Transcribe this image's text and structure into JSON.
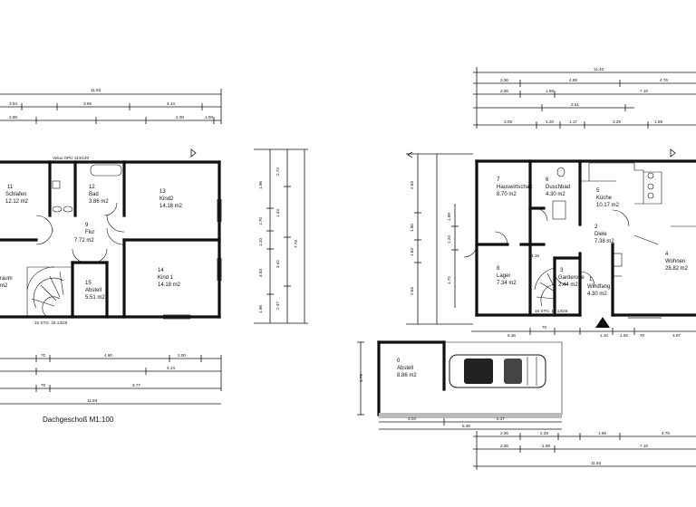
{
  "caption_dachgeschoss": "Dachgeschoß M1:100",
  "dims": {
    "dg_total_top": "11.93",
    "dg_top_row": [
      "3.54",
      "2.88",
      "3.69",
      "4.14",
      "2.00",
      "1.00"
    ],
    "dg_bot_row1": [
      "70",
      "4.90",
      "4.14",
      "2.00"
    ],
    "dg_bot_row2": [
      "70",
      "3.77"
    ],
    "dg_total_bot": "11.93",
    "dg_right_col": [
      "1.96",
      "1.70",
      "1.10",
      "3.53",
      "1.96"
    ],
    "dg_right_col2": [
      "2.72",
      "1.43",
      "3.42",
      "2.47"
    ],
    "dg_right_total": "7.73",
    "eg_total_top": "11.40",
    "eg_top_row": [
      "2.36",
      "4.88",
      "4.76"
    ],
    "eg_top_row2": [
      "2.36",
      "1.68",
      "7.16"
    ],
    "eg_top_row3": [
      "3.51"
    ],
    "eg_top_row4": [
      "3.09",
      "1.20",
      "1.17",
      "3.29",
      "1.69"
    ],
    "eg_left_col": [
      "2.63",
      "1.80",
      "1.63",
      "2.63"
    ],
    "eg_left_col2": [
      "1.89",
      "1.20",
      "1.72"
    ],
    "eg_bot_row1": [
      "5.36",
      "70",
      "1.10",
      "1.56",
      "70",
      "3.67"
    ],
    "eg_garage_w": [
      "3.03",
      "5.37"
    ],
    "eg_garage_total": "8.36",
    "eg_bot_row2": [
      "2.36",
      "2.28",
      "1.68",
      "4.76"
    ],
    "eg_bot_row3": [
      "2.36",
      "1.58",
      "7.16"
    ],
    "eg_total_bot": "11.93",
    "eg_garage_h": "3.79"
  },
  "upper_floor": {
    "velux": "Velux GPU 114/140",
    "stair": "16 STG. 18.13/26",
    "rooms": [
      {
        "num": "11",
        "name": "Schlafen",
        "area": "12.12 m2"
      },
      {
        "num": "12",
        "name": "Bad",
        "area": "3.86 m2"
      },
      {
        "num": "13",
        "name": "Kind2",
        "area": "14.18 m2"
      },
      {
        "num": "9",
        "name": "Flur",
        "area": "7.72 m2"
      },
      {
        "num": "",
        "name": "raum",
        "area": "m2"
      },
      {
        "num": "15",
        "name": "Abstell",
        "area": "5.51 m2"
      },
      {
        "num": "14",
        "name": "Kind 1",
        "area": "14.18 m2"
      }
    ]
  },
  "ground_floor": {
    "stair": "16 STG. 18.13/26",
    "rooms": [
      {
        "num": "7",
        "name": "Hauswirtschaft",
        "area": "8.70 m2"
      },
      {
        "num": "6",
        "name": "Duschbad",
        "area": "4.30 m2"
      },
      {
        "num": "5",
        "name": "Küche",
        "area": "10.17 m2"
      },
      {
        "num": "8",
        "name": "Lager",
        "area": "7.34 m2"
      },
      {
        "num": "2",
        "name": "Diele",
        "area": "7.38 m2"
      },
      {
        "num": "4",
        "name": "Wohnen",
        "area": "28.82 m2"
      },
      {
        "num": "3",
        "name": "Garderobe",
        "area": "2.44 m2"
      },
      {
        "num": "1",
        "name": "Windfang",
        "area": "4.30 m2"
      },
      {
        "num": "0",
        "name": "Abstell",
        "area": "8.86 m2"
      }
    ],
    "mark_a": "4.15"
  }
}
